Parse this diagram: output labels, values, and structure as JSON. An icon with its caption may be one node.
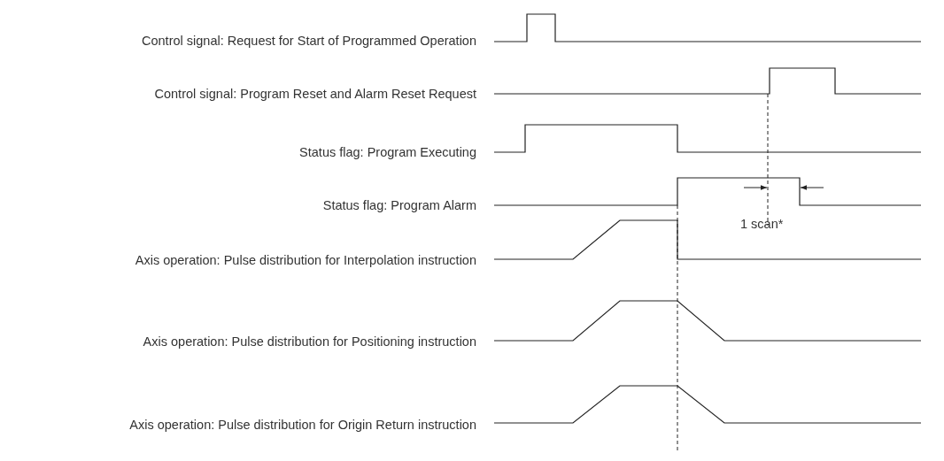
{
  "diagram": {
    "labels": [
      "Control signal: Request for Start of Programmed Operation",
      "Control signal: Program Reset and Alarm Reset Request",
      "Status flag: Program Executing",
      "Status flag: Program Alarm",
      "Axis operation: Pulse distribution for Interpolation instruction",
      "Axis operation: Pulse distribution for Positioning instruction",
      "Axis operation: Pulse distribution for Origin Return instruction",
      "1 scan*"
    ]
  }
}
